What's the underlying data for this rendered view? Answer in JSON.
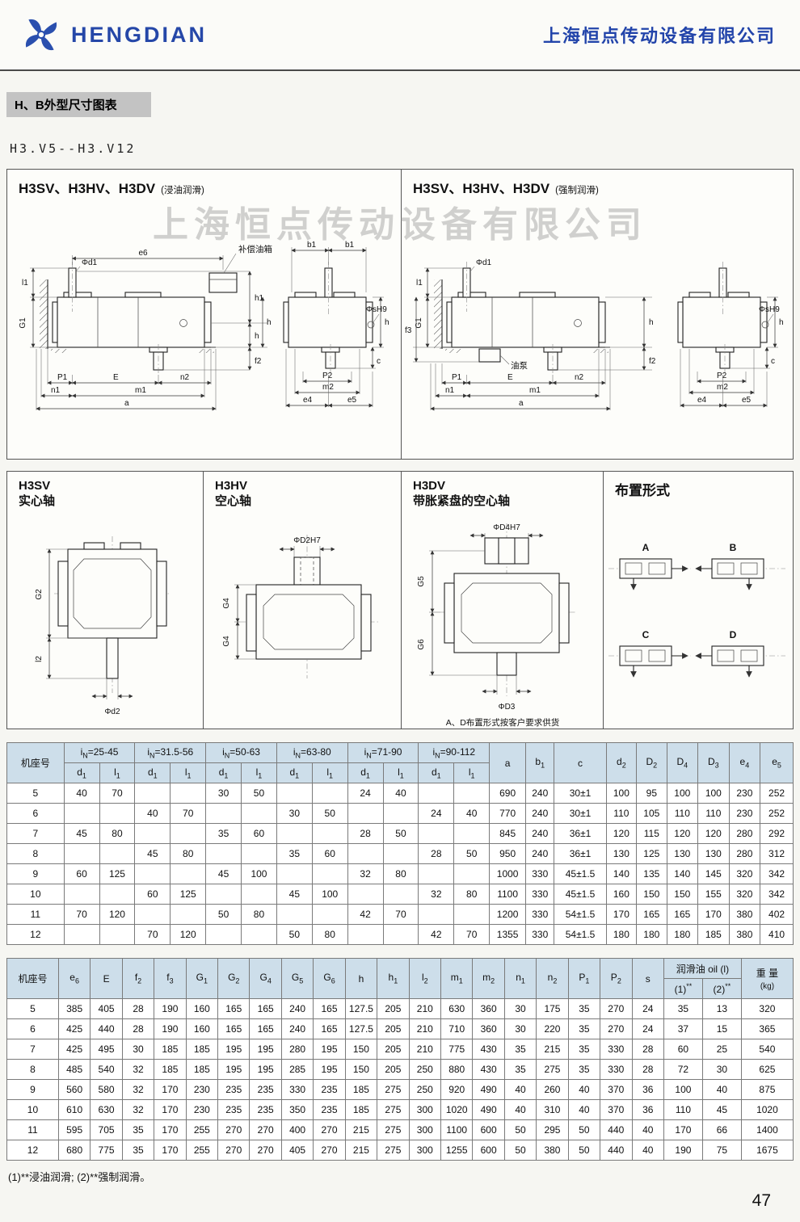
{
  "header": {
    "logo_text": "HENGDIAN",
    "company_name": "上海恒点传动设备有限公司"
  },
  "page": {
    "title": "H、B外型尺寸图表",
    "subtitle": "H3.V5--H3.V12",
    "watermark": "上海恒点传动设备有限公司",
    "footnote": "(1)**浸油润滑;  (2)**强制润滑。",
    "page_number": "47"
  },
  "panels": {
    "top_left": {
      "title": "H3SV、H3HV、H3DV",
      "subtitle": "(浸油润滑)"
    },
    "top_right": {
      "title": "H3SV、H3HV、H3DV",
      "subtitle": "(强制润滑)"
    },
    "h3sv": {
      "title": "H3SV",
      "subtitle": "实心轴"
    },
    "h3hv": {
      "title": "H3HV",
      "subtitle": "空心轴"
    },
    "h3dv": {
      "title": "H3DV",
      "subtitle": "带胀紧盘的空心轴",
      "note": "A、D布置形式按客户要求供货"
    },
    "arrangement": {
      "title": "布置形式",
      "items": [
        "A",
        "B",
        "C",
        "D"
      ]
    }
  },
  "labels": {
    "oil_tank": "补偿油箱",
    "oil_pump": "油泵",
    "e6": "e6",
    "b1": "b1",
    "l1": "l1",
    "phi_d1": "Φd1",
    "G1": "G1",
    "h1": "h1",
    "h": "h",
    "phi_sH9": "ΦsH9",
    "f2": "f2",
    "f3": "f3",
    "c": "c",
    "P1": "P1",
    "E": "E",
    "n2": "n2",
    "n1": "n1",
    "m1": "m1",
    "a": "a",
    "P2": "P2",
    "m2": "m2",
    "e4": "e4",
    "e5": "e5",
    "G2": "G2",
    "l2": "l2",
    "phi_d2": "Φd2",
    "phi_D2H7": "ΦD2H7",
    "G4": "G4",
    "phi_D4H7": "ΦD4H7",
    "G5": "G5",
    "G6": "G6",
    "phi_D3": "ΦD3"
  },
  "table1": {
    "frame_col": "机座号",
    "groups": [
      "iN=25-45",
      "iN=31.5-56",
      "iN=50-63",
      "iN=63-80",
      "iN=71-90",
      "iN=90-112"
    ],
    "sub": [
      "d1",
      "l1"
    ],
    "tail": [
      "a",
      "b1",
      "c",
      "d2",
      "D2",
      "D4",
      "D3",
      "e4",
      "e5"
    ],
    "rows": [
      [
        "5",
        "40",
        "70",
        "",
        "",
        "30",
        "50",
        "",
        "",
        "24",
        "40",
        "",
        "",
        "690",
        "240",
        "30±1",
        "100",
        "95",
        "100",
        "100",
        "230",
        "252"
      ],
      [
        "6",
        "",
        "",
        "40",
        "70",
        "",
        "",
        "30",
        "50",
        "",
        "",
        "24",
        "40",
        "770",
        "240",
        "30±1",
        "110",
        "105",
        "110",
        "110",
        "230",
        "252"
      ],
      [
        "7",
        "45",
        "80",
        "",
        "",
        "35",
        "60",
        "",
        "",
        "28",
        "50",
        "",
        "",
        "845",
        "240",
        "36±1",
        "120",
        "115",
        "120",
        "120",
        "280",
        "292"
      ],
      [
        "8",
        "",
        "",
        "45",
        "80",
        "",
        "",
        "35",
        "60",
        "",
        "",
        "28",
        "50",
        "950",
        "240",
        "36±1",
        "130",
        "125",
        "130",
        "130",
        "280",
        "312"
      ],
      [
        "9",
        "60",
        "125",
        "",
        "",
        "45",
        "100",
        "",
        "",
        "32",
        "80",
        "",
        "",
        "1000",
        "330",
        "45±1.5",
        "140",
        "135",
        "140",
        "145",
        "320",
        "342"
      ],
      [
        "10",
        "",
        "",
        "60",
        "125",
        "",
        "",
        "45",
        "100",
        "",
        "",
        "32",
        "80",
        "1100",
        "330",
        "45±1.5",
        "160",
        "150",
        "150",
        "155",
        "320",
        "342"
      ],
      [
        "11",
        "70",
        "120",
        "",
        "",
        "50",
        "80",
        "",
        "",
        "42",
        "70",
        "",
        "",
        "1200",
        "330",
        "54±1.5",
        "170",
        "165",
        "165",
        "170",
        "380",
        "402"
      ],
      [
        "12",
        "",
        "",
        "70",
        "120",
        "",
        "",
        "50",
        "80",
        "",
        "",
        "42",
        "70",
        "1355",
        "330",
        "54±1.5",
        "180",
        "180",
        "180",
        "185",
        "380",
        "410"
      ]
    ]
  },
  "table2": {
    "headers": [
      "机座号",
      "e6",
      "E",
      "f2",
      "f3",
      "G1",
      "G2",
      "G4",
      "G5",
      "G6",
      "h",
      "h1",
      "l2",
      "m1",
      "m2",
      "n1",
      "n2",
      "P1",
      "P2",
      "s"
    ],
    "oil_group": "润滑油 oil (l)",
    "oil_subs": [
      "(1)**",
      "(2)**"
    ],
    "weight_title": "重 量",
    "weight_unit": "(kg)",
    "rows": [
      [
        "5",
        "385",
        "405",
        "28",
        "190",
        "160",
        "165",
        "165",
        "240",
        "165",
        "127.5",
        "205",
        "210",
        "630",
        "360",
        "30",
        "175",
        "35",
        "270",
        "24",
        "35",
        "13",
        "320"
      ],
      [
        "6",
        "425",
        "440",
        "28",
        "190",
        "160",
        "165",
        "165",
        "240",
        "165",
        "127.5",
        "205",
        "210",
        "710",
        "360",
        "30",
        "220",
        "35",
        "270",
        "24",
        "37",
        "15",
        "365"
      ],
      [
        "7",
        "425",
        "495",
        "30",
        "185",
        "185",
        "195",
        "195",
        "280",
        "195",
        "150",
        "205",
        "210",
        "775",
        "430",
        "35",
        "215",
        "35",
        "330",
        "28",
        "60",
        "25",
        "540"
      ],
      [
        "8",
        "485",
        "540",
        "32",
        "185",
        "185",
        "195",
        "195",
        "285",
        "195",
        "150",
        "205",
        "250",
        "880",
        "430",
        "35",
        "275",
        "35",
        "330",
        "28",
        "72",
        "30",
        "625"
      ],
      [
        "9",
        "560",
        "580",
        "32",
        "170",
        "230",
        "235",
        "235",
        "330",
        "235",
        "185",
        "275",
        "250",
        "920",
        "490",
        "40",
        "260",
        "40",
        "370",
        "36",
        "100",
        "40",
        "875"
      ],
      [
        "10",
        "610",
        "630",
        "32",
        "170",
        "230",
        "235",
        "235",
        "350",
        "235",
        "185",
        "275",
        "300",
        "1020",
        "490",
        "40",
        "310",
        "40",
        "370",
        "36",
        "110",
        "45",
        "1020"
      ],
      [
        "11",
        "595",
        "705",
        "35",
        "170",
        "255",
        "270",
        "270",
        "400",
        "270",
        "215",
        "275",
        "300",
        "1100",
        "600",
        "50",
        "295",
        "50",
        "440",
        "40",
        "170",
        "66",
        "1400"
      ],
      [
        "12",
        "680",
        "775",
        "35",
        "170",
        "255",
        "270",
        "270",
        "405",
        "270",
        "215",
        "275",
        "300",
        "1255",
        "600",
        "50",
        "380",
        "50",
        "440",
        "40",
        "190",
        "75",
        "1675"
      ]
    ]
  }
}
